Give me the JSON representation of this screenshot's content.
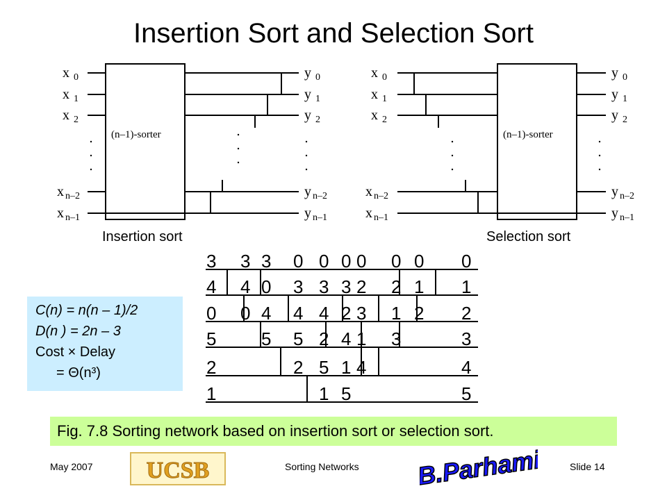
{
  "title": "Insertion Sort and Selection Sort",
  "left_network": {
    "caption": "Insertion sort",
    "box_label": "(n–1)-sorter",
    "inputs": [
      {
        "base": "x",
        "sub": "0"
      },
      {
        "base": "x",
        "sub": "1"
      },
      {
        "base": "x",
        "sub": "2"
      },
      {
        "base": "x",
        "sub": "n–2"
      },
      {
        "base": "x",
        "sub": "n–1"
      }
    ],
    "outputs": [
      {
        "base": "y",
        "sub": "0"
      },
      {
        "base": "y",
        "sub": "1"
      },
      {
        "base": "y",
        "sub": "2"
      },
      {
        "base": "y",
        "sub": "n–2"
      },
      {
        "base": "y",
        "sub": "n–1"
      }
    ]
  },
  "right_network": {
    "caption": "Selection sort",
    "box_label": "(n–1)-sorter",
    "inputs": [
      {
        "base": "x",
        "sub": "0"
      },
      {
        "base": "x",
        "sub": "1"
      },
      {
        "base": "x",
        "sub": "2"
      },
      {
        "base": "x",
        "sub": "n–2"
      },
      {
        "base": "x",
        "sub": "n–1"
      }
    ],
    "outputs": [
      {
        "base": "y",
        "sub": "0"
      },
      {
        "base": "y",
        "sub": "1"
      },
      {
        "base": "y",
        "sub": "2"
      },
      {
        "base": "y",
        "sub": "n–2"
      },
      {
        "base": "y",
        "sub": "n–1"
      }
    ]
  },
  "example_rows": [
    [
      "3",
      "3",
      "3",
      "0",
      "0",
      "0",
      "0",
      "0",
      "0",
      "0"
    ],
    [
      "4",
      "4",
      "0",
      "3",
      "3",
      "3",
      "2",
      "2",
      "1",
      "1"
    ],
    [
      "0",
      "0",
      "4",
      "4",
      "4",
      "2",
      "3",
      "1",
      "2",
      "2"
    ],
    [
      "5",
      "",
      "5",
      "5",
      "2",
      "4",
      "1",
      "3",
      "",
      "3"
    ],
    [
      "2",
      "",
      "",
      "2",
      "5",
      "1",
      "4",
      "",
      "",
      "4"
    ],
    [
      "1",
      "",
      "",
      "",
      "1",
      "5",
      "",
      "",
      "",
      "5"
    ]
  ],
  "formulas": {
    "line1": "C(n) = n(n – 1)/2",
    "line2": "D(n ) = 2n – 3",
    "line3": "Cost × Delay",
    "line4": "= Θ(n³)"
  },
  "caption": "Fig. 7.8   Sorting network based on insertion sort or selection sort.",
  "footer": {
    "date": "May 2007",
    "center": "Sorting Networks",
    "slide": "Slide 14",
    "logo_text": "UCSB",
    "signature_text": "B.Parhami"
  }
}
